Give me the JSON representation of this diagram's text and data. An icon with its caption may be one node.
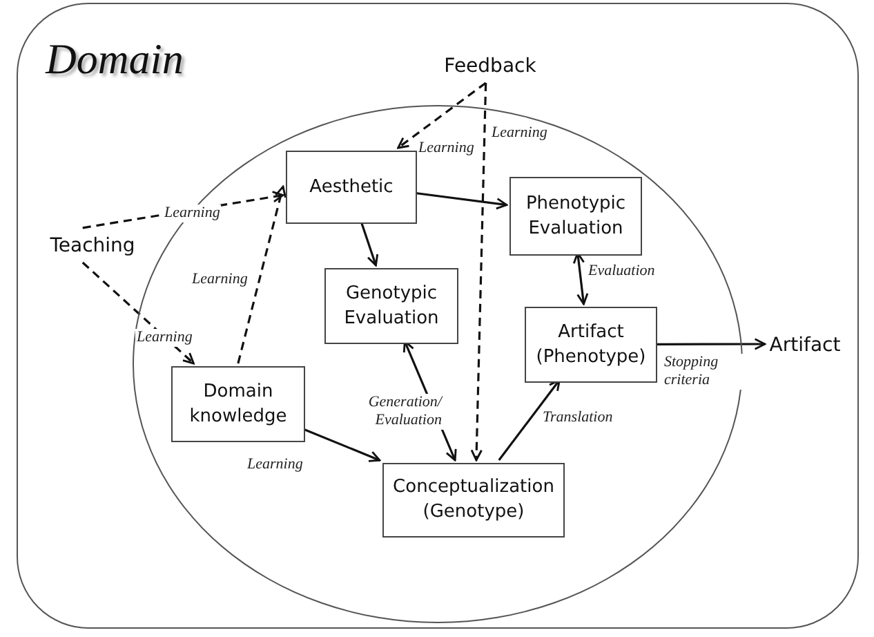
{
  "diagram": {
    "nodes": [
      {
        "text": [
          "Domain"
        ]
      },
      {
        "text": [],
        "shape": "ellipse",
        "in": 0
      },
      {
        "text": [
          "Feedback"
        ],
        "in": 0
      },
      {
        "text": [
          "Teaching"
        ],
        "in": 0
      },
      {
        "text": [
          "Aesthetic"
        ],
        "in": 1
      },
      {
        "text": [
          "Phenotypic Evaluation"
        ],
        "in": 1
      },
      {
        "text": [
          "Genotypic Evaluation"
        ],
        "in": 1
      },
      {
        "text": [
          "Artifact (Phenotype)"
        ],
        "in": 1
      },
      {
        "text": [
          "Domain knowledge"
        ],
        "in": 1
      },
      {
        "text": [
          "Conceptualization (Genotype)"
        ],
        "in": 1
      },
      {
        "text": [
          "Artifact"
        ],
        "in": 0
      }
    ],
    "edges": [
      {
        "from": 2,
        "to": 4,
        "arrow": "to",
        "style": "dashed",
        "label": "Learning"
      },
      {
        "from": 2,
        "to": 9,
        "arrow": "to",
        "style": "dashed",
        "label": "Learning"
      },
      {
        "from": 3,
        "to": 4,
        "arrow": "to",
        "style": "dashed",
        "label": "Learning"
      },
      {
        "from": 8,
        "to": 4,
        "arrow": "to",
        "style": "dashed",
        "label": "Learning"
      },
      {
        "from": 3,
        "to": 8,
        "arrow": "to",
        "style": "dashed",
        "label": "Learning"
      },
      {
        "from": 4,
        "to": 5,
        "arrow": "to"
      },
      {
        "from": 4,
        "to": 6,
        "arrow": "to"
      },
      {
        "from": 5,
        "to": 7,
        "arrow": "both",
        "label": "Evaluation"
      },
      {
        "from": 6,
        "to": 9,
        "arrow": "both",
        "label": "Generation/ Evaluation"
      },
      {
        "from": 7,
        "to": 10,
        "arrow": "to",
        "label": "Stopping criteria"
      },
      {
        "from": 8,
        "to": 9,
        "arrow": "to",
        "label": "Learning"
      },
      {
        "from": 9,
        "to": 7,
        "arrow": "to",
        "label": "Translation"
      }
    ]
  }
}
